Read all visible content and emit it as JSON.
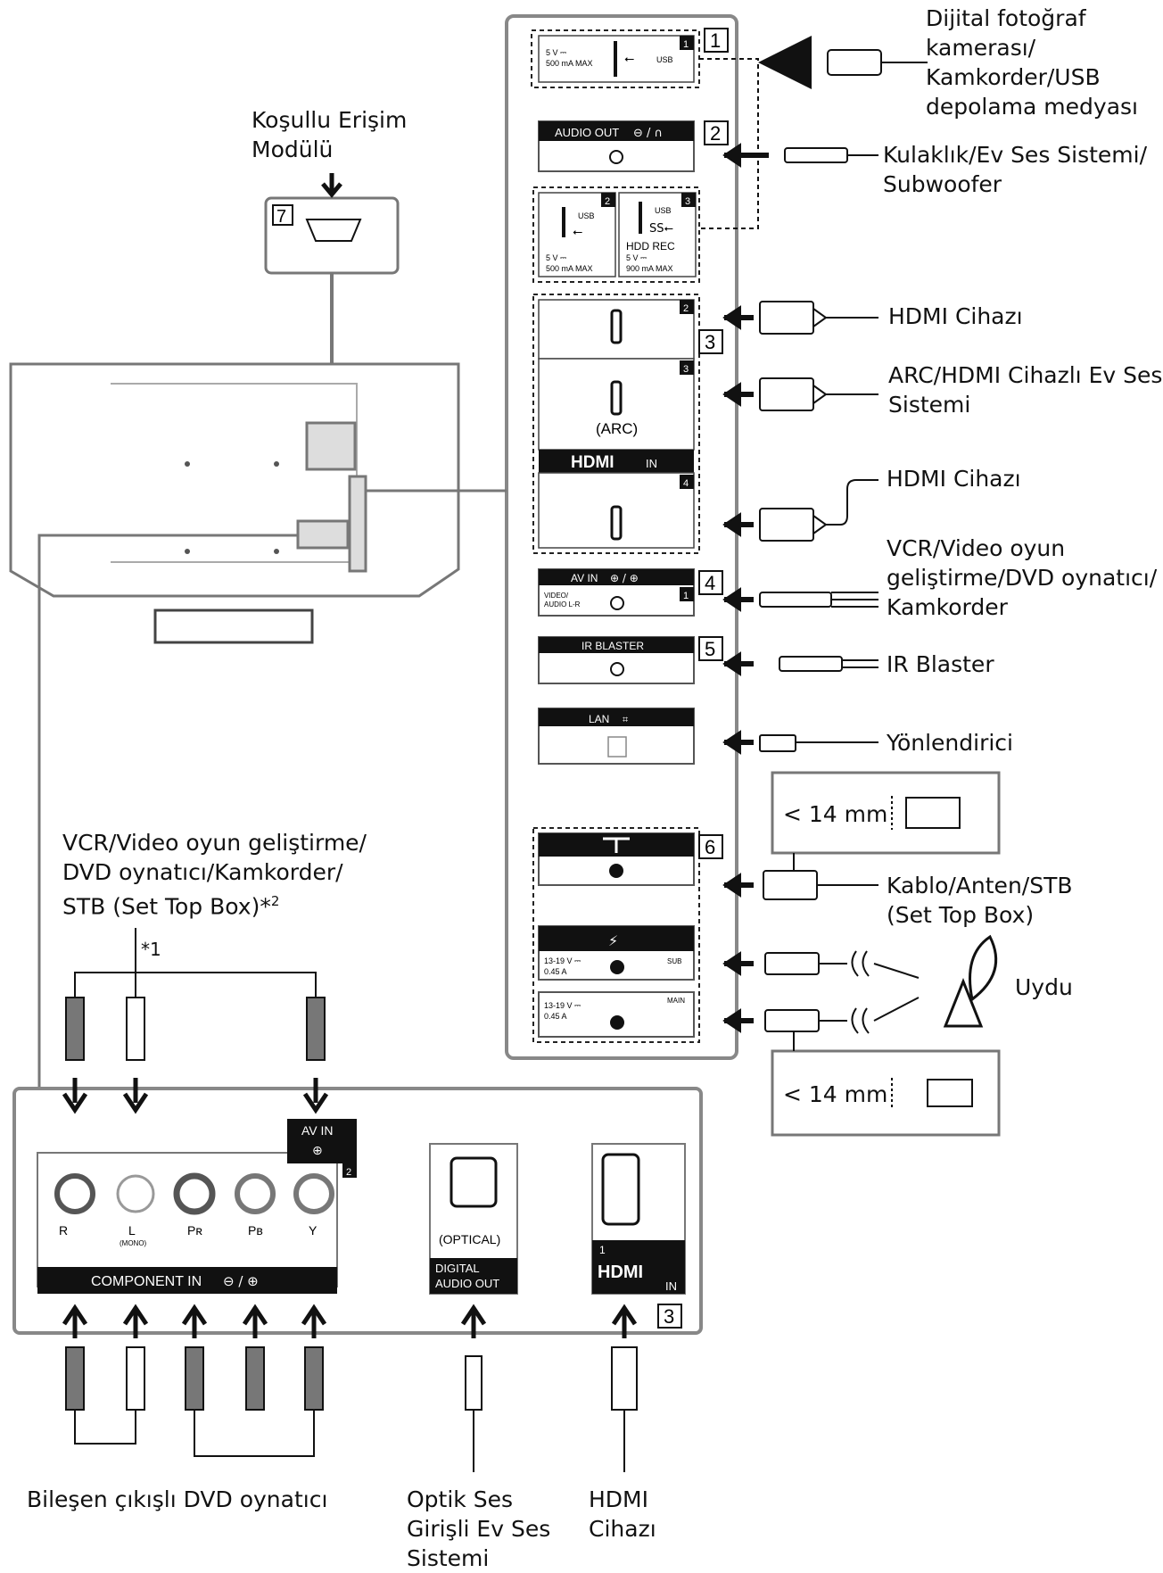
{
  "labels": {
    "camera": [
      "Dijital fotoğraf",
      "kamerası/",
      "Kamkorder/USB",
      "depolama medyası"
    ],
    "headphone": [
      "Kulaklık/Ev Ses Sistemi/",
      "Subwoofer"
    ],
    "hdmi_device": "HDMI Cihazı",
    "arc_system": [
      "ARC/HDMI Cihazlı Ev Ses",
      "Sistemi"
    ],
    "vcr_right": [
      "VCR/Video oyun",
      "geliştirme/DVD oynatıcı/",
      "Kamkorder"
    ],
    "ir_blaster": "IR Blaster",
    "router": "Yönlendirici",
    "cable_antenna": [
      "Kablo/Anten/STB",
      "(Set Top Box)"
    ],
    "satellite": "Uydu",
    "cam_module": [
      "Koşullu Erişim",
      "Modülü"
    ],
    "vcr_left": [
      "VCR/Video oyun geliştirme/",
      "DVD oynatıcı/Kamkorder/",
      "STB (Set Top Box)*"
    ],
    "vcr_left_sup": "2",
    "footnote1": "*1",
    "component_dvd": "Bileşen çıkışlı DVD oynatıcı",
    "optical_system": [
      "Optik Ses",
      "Girişli Ev Ses",
      "Sistemi"
    ],
    "hdmi_bottom": [
      "HDMI",
      "Cihazı"
    ],
    "mm14_top": "< 14 mm",
    "mm14_bottom": "< 14 mm"
  },
  "panel": {
    "usb1_rating": [
      "5 V ⎓",
      "500 mA MAX"
    ],
    "usb_text": "USB",
    "audio_out": "AUDIO OUT",
    "hdd_rec": "HDD REC",
    "usb2_rating": [
      "5 V ⎓",
      "500 mA MAX"
    ],
    "usb3_rating": [
      "5 V ⎓",
      "900 mA MAX"
    ],
    "arc": "(ARC)",
    "hdmi_logo": "HDMI",
    "in_text": "IN",
    "av_in": "AV IN",
    "video_audio": [
      "VIDEO/",
      "AUDIO L-R"
    ],
    "ir_blaster": "IR BLASTER",
    "lan": "LAN",
    "sat_sub_rating": [
      "13-19 V ⎓",
      "0.45 A"
    ],
    "sat_main_rating": [
      "13-19 V ⎓",
      "0.45 A"
    ],
    "sub": "SUB",
    "main": "MAIN",
    "component_in": "COMPONENT IN",
    "comp_labels": [
      "R",
      "L",
      "Pʀ",
      "Pʙ",
      "Y"
    ],
    "mono": "(MONO)",
    "av_in_box": "AV IN",
    "optical": "(OPTICAL)",
    "digital_audio_out": [
      "DIGITAL",
      "AUDIO OUT"
    ]
  },
  "callouts": [
    "1",
    "2",
    "3",
    "4",
    "5",
    "6",
    "7",
    "3"
  ],
  "port_numbers": [
    "1",
    "2",
    "3",
    "2",
    "3",
    "4",
    "1",
    "2",
    "1"
  ]
}
